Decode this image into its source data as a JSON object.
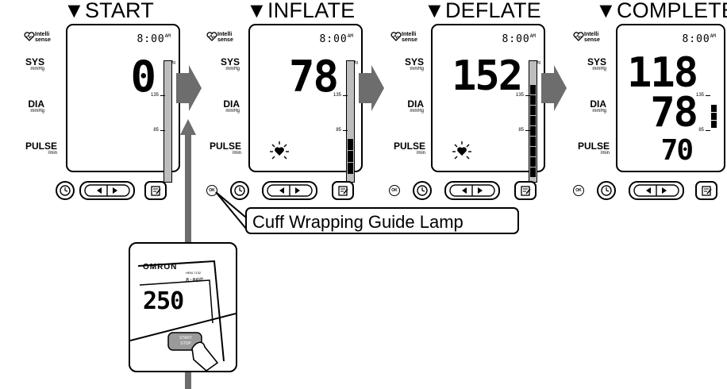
{
  "stages": [
    {
      "title": "START",
      "sys_value": "0",
      "dia_value": "",
      "pulse_value": "",
      "show_heart": false
    },
    {
      "title": "INFLATE",
      "sys_value": "78",
      "dia_value": "",
      "pulse_value": "",
      "show_heart": true
    },
    {
      "title": "DEFLATE",
      "sys_value": "152",
      "dia_value": "",
      "pulse_value": "",
      "show_heart": true
    },
    {
      "title": "COMPLETE",
      "sys_value": "118",
      "dia_value": "78",
      "pulse_value": "70",
      "show_heart": false
    }
  ],
  "labels": {
    "intelli_line1": "Intelli",
    "intelli_line2": "sense",
    "sys": "SYS",
    "sys_unit": "mmHg",
    "dia": "DIA",
    "dia_unit": "mmHg",
    "pulse": "PULSE",
    "pulse_unit": "/min",
    "clock": "8:00",
    "clock_suffix": "AM",
    "bar_unit": "mmHg",
    "tick_135": "135",
    "tick_85": "85",
    "ok_lamp": "OK"
  },
  "callout": {
    "text": "Cuff Wrapping Guide Lamp"
  },
  "device": {
    "brand": "OMRON",
    "model": "HEM-7132",
    "clock": "8:00",
    "clock_suffix": "AM",
    "reading": "250",
    "button_line1": "START",
    "button_line2": "STOP"
  },
  "icons": [
    "triangle-down-icon",
    "heart-icon",
    "clock-icon",
    "left-arrow-icon",
    "right-arrow-icon",
    "memo-icon",
    "ok-lamp-icon",
    "hand-pointer-icon"
  ]
}
